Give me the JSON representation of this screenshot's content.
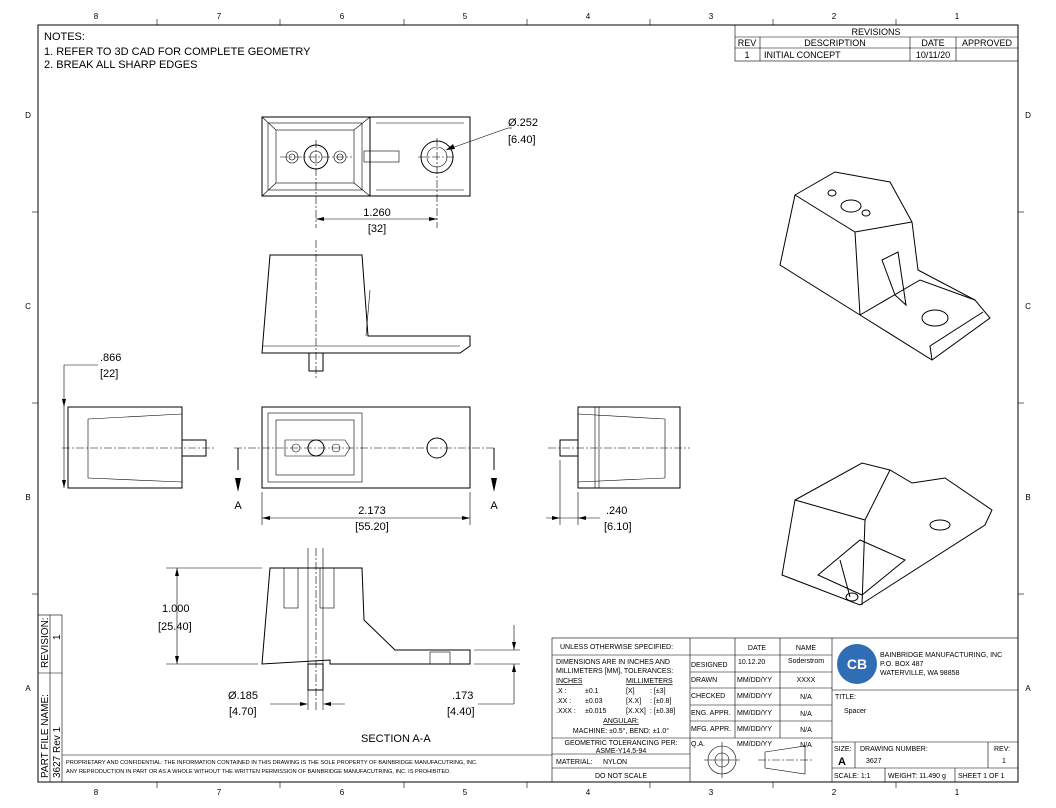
{
  "zones": {
    "columns": [
      "8",
      "7",
      "6",
      "5",
      "4",
      "3",
      "2",
      "1"
    ],
    "rows": [
      "D",
      "C",
      "B",
      "A"
    ]
  },
  "notes": {
    "heading": "NOTES:",
    "items": [
      "1.  REFER TO 3D CAD FOR COMPLETE GEOMETRY",
      "2.  BREAK ALL SHARP EDGES"
    ]
  },
  "revisions": {
    "title": "REVISIONS",
    "headers": [
      "REV",
      "DESCRIPTION",
      "DATE",
      "APPROVED"
    ],
    "rows": [
      {
        "rev": "1",
        "description": "INITIAL CONCEPT",
        "date": "10/11/20",
        "approved": ""
      }
    ]
  },
  "dimensions": {
    "hole_dia": "Ø.252",
    "hole_dia_mm": "[6.40]",
    "hole_spacing": "1.260",
    "hole_spacing_mm": "[32]",
    "height": ".866",
    "height_mm": "[22]",
    "length": "2.173",
    "length_mm": "[55.20]",
    "pin": ".240",
    "pin_mm": "[6.10]",
    "section_height": "1.000",
    "section_height_mm": "[25.40]",
    "bore_dia": "Ø.185",
    "bore_dia_mm": "[4.70]",
    "flange": ".173",
    "flange_mm": "[4.40]",
    "section_label": "A",
    "section_title": "SECTION A-A"
  },
  "side_strip": {
    "revision_label": "REVISION:",
    "revision_value": "1",
    "part_file_label": "PART FILE NAME:",
    "part_file_value": "3627 Rev 1"
  },
  "proprietary": [
    "PROPRIETARY AND CONFIDENTIAL: THE INFORMATION CONTAINED IN THIS DRAWING IS THE SOLE PROPERTY OF BAINBRIDGE MANUFACUTRING, INC.",
    "ANY REPRODUCTION IN PART OR AS A WHOLE WITHOUT THE WRITTEN PERMISSION OF BAINBRIDGE MANUFACUTRING, INC. IS PROHIBITED."
  ],
  "title_block": {
    "unless": "UNLESS OTHERWISE SPECIFIED:",
    "dims_line1": "DIMENSIONS ARE IN INCHES AND",
    "dims_line2": "MILLIMETERS [MM], TOLERANCES:",
    "inches_hdr": "INCHES",
    "mm_hdr": "MILLIMETERS",
    "tolerances": [
      {
        "in_k": ".X :",
        "in_v": "±0.1",
        "mm_k": "[X]",
        "mm_v": ": [±3]"
      },
      {
        "in_k": ".XX :",
        "in_v": "±0.03",
        "mm_k": "[X.X]",
        "mm_v": ": [±0.8]"
      },
      {
        "in_k": ".XXX :",
        "in_v": "±0.015",
        "mm_k": "[X.XX]",
        "mm_v": ": [±0.38]"
      }
    ],
    "angular": "ANGULAR:",
    "angular_vals": "MACHINE: ±0.5°, BEND: ±1.0°",
    "geo_tol": "GEOMETRIC TOLERANCING PER:",
    "geo_std": "ASME-Y14.5-94",
    "material_label": "MATERIAL:",
    "material": "NYLON",
    "do_not_scale": "DO NOT SCALE",
    "date_hdr": "DATE",
    "name_hdr": "NAME",
    "signoffs": [
      {
        "role": "DESIGNED",
        "date": "10.12.20",
        "name": "Soderstrom"
      },
      {
        "role": "DRAWN",
        "date": "MM/DD/YY",
        "name": "XXXX"
      },
      {
        "role": "CHECKED",
        "date": "MM/DD/YY",
        "name": "N/A"
      },
      {
        "role": "ENG. APPR.",
        "date": "MM/DD/YY",
        "name": "N/A"
      },
      {
        "role": "MFG. APPR.",
        "date": "MM/DD/YY",
        "name": "N/A"
      },
      {
        "role": "Q.A.",
        "date": "MM/DD/YY",
        "name": "N/A"
      }
    ],
    "company": [
      "BAINBRIDGE MANUFACTURING, INC",
      "P.O. BOX 487",
      "WATERVILLE, WA 98858"
    ],
    "logo_text": "CB",
    "title_label": "TITLE:",
    "title": "Spacer",
    "size_label": "SIZE:",
    "size": "A",
    "drawing_number_label": "DRAWING NUMBER:",
    "drawing_number": "3627",
    "rev_label": "REV:",
    "rev": "1",
    "scale": "SCALE: 1:1",
    "weight": "WEIGHT: 11.490 g",
    "sheet": "SHEET 1 OF 1"
  },
  "colors": {
    "logo": "#2f6db5"
  }
}
